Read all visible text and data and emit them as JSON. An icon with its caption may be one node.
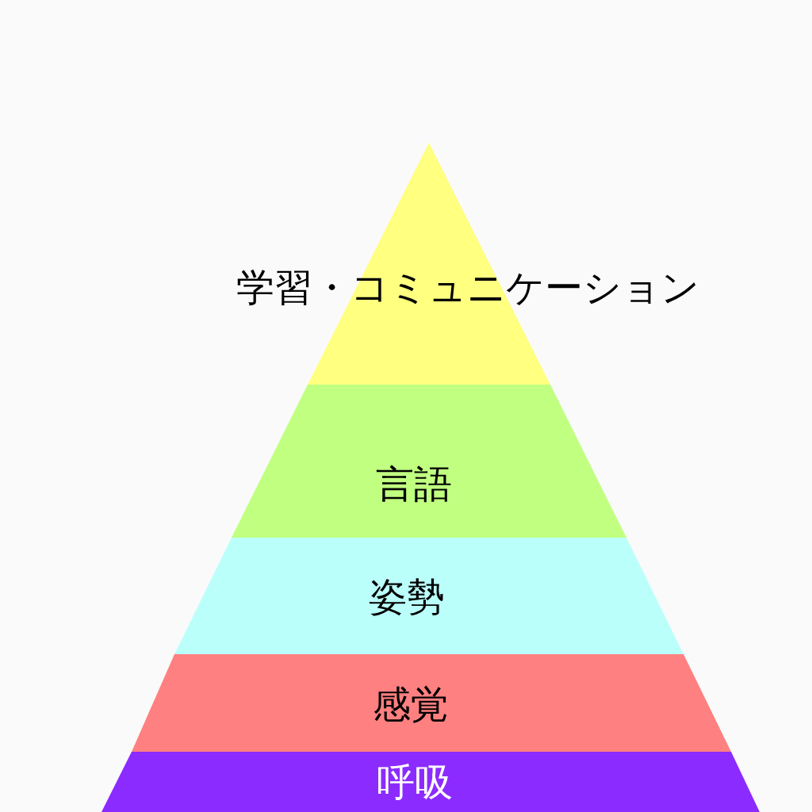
{
  "diagram": {
    "nodes": [
      {
        "text": [
          "学習・コミュニケーション"
        ]
      },
      {
        "text": [
          "言語"
        ]
      },
      {
        "text": [
          "姿勢"
        ]
      },
      {
        "text": [
          "感覚"
        ]
      },
      {
        "text": [
          "呼吸"
        ]
      }
    ],
    "edges": []
  }
}
